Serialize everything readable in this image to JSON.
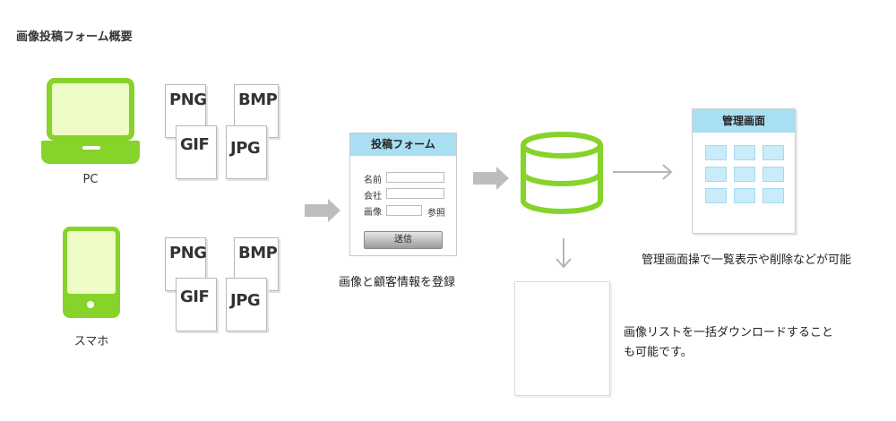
{
  "title": "画像投稿フォーム概要",
  "devices": [
    {
      "label": "PC",
      "icon": "laptop-icon"
    },
    {
      "label": "スマホ",
      "icon": "smartphone-icon"
    }
  ],
  "file_formats": [
    "PNG",
    "BMP",
    "GIF",
    "JPG"
  ],
  "form": {
    "title": "投稿フォーム",
    "fields": [
      {
        "label": "名前"
      },
      {
        "label": "会社"
      },
      {
        "label": "画像",
        "button": "参照"
      }
    ],
    "submit": "送信"
  },
  "form_caption": "画像と顧客情報を登録",
  "database_icon": "database-icon",
  "admin": {
    "title": "管理画面",
    "caption": "管理画面操で一覧表示や削除などが可能"
  },
  "download": {
    "caption_line1": "画像リストを一括ダウンロードすること",
    "caption_line2": "も可能です。"
  },
  "colors": {
    "device_green": "#86d32a",
    "device_screen": "#eefbc5",
    "header_blue": "#a9dff3",
    "cell_blue": "#c8ecfa",
    "arrow_gray": "#bdbdbd"
  }
}
